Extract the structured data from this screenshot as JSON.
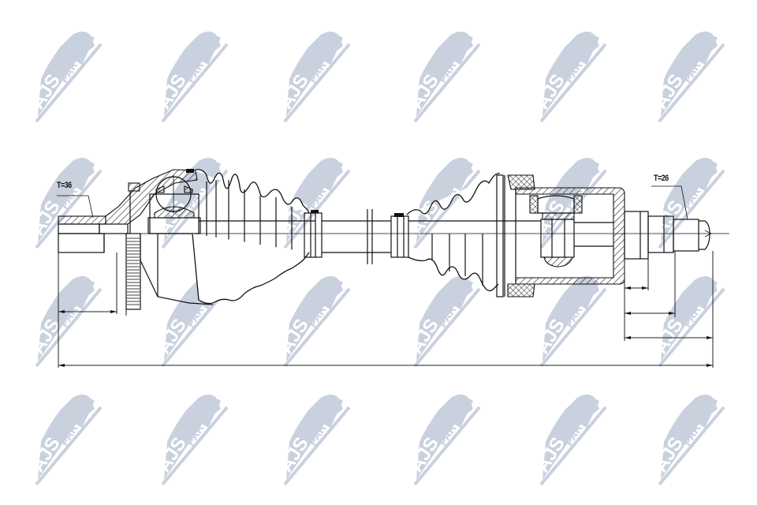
{
  "watermark": {
    "brand": "AJS",
    "suffix": "PARTS",
    "color": "#c9d0de",
    "columns_x": [
      30,
      190,
      345,
      510,
      670,
      820
    ],
    "rows_y": [
      30,
      190,
      340,
      490
    ]
  },
  "drawing": {
    "subject": "CV drive shaft (axle) assembly",
    "labels": {
      "outer_spline": "T=36",
      "inner_spline": "T=26"
    },
    "line_color": "#111111",
    "background": "#ffffff"
  }
}
